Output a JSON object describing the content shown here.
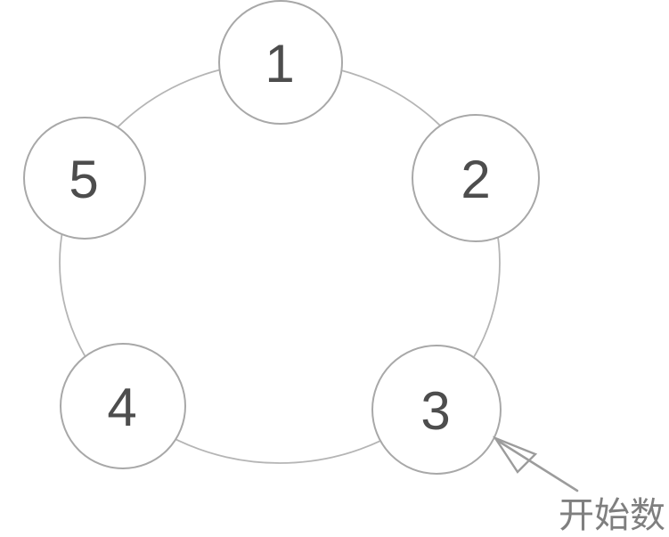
{
  "diagram": {
    "nodes": [
      {
        "label": "1"
      },
      {
        "label": "2"
      },
      {
        "label": "3"
      },
      {
        "label": "4"
      },
      {
        "label": "5"
      }
    ],
    "annotation": {
      "text": "开始数",
      "target_node": "3"
    },
    "colors": {
      "background": "#ffffff",
      "ring_stroke": "#b5b5b5",
      "node_stroke": "#a8a8a8",
      "node_fill": "#ffffff",
      "number_text": "#4d4d4d",
      "arrow": "#9c9c9c",
      "annotation_text": "#7f7f7f"
    }
  }
}
